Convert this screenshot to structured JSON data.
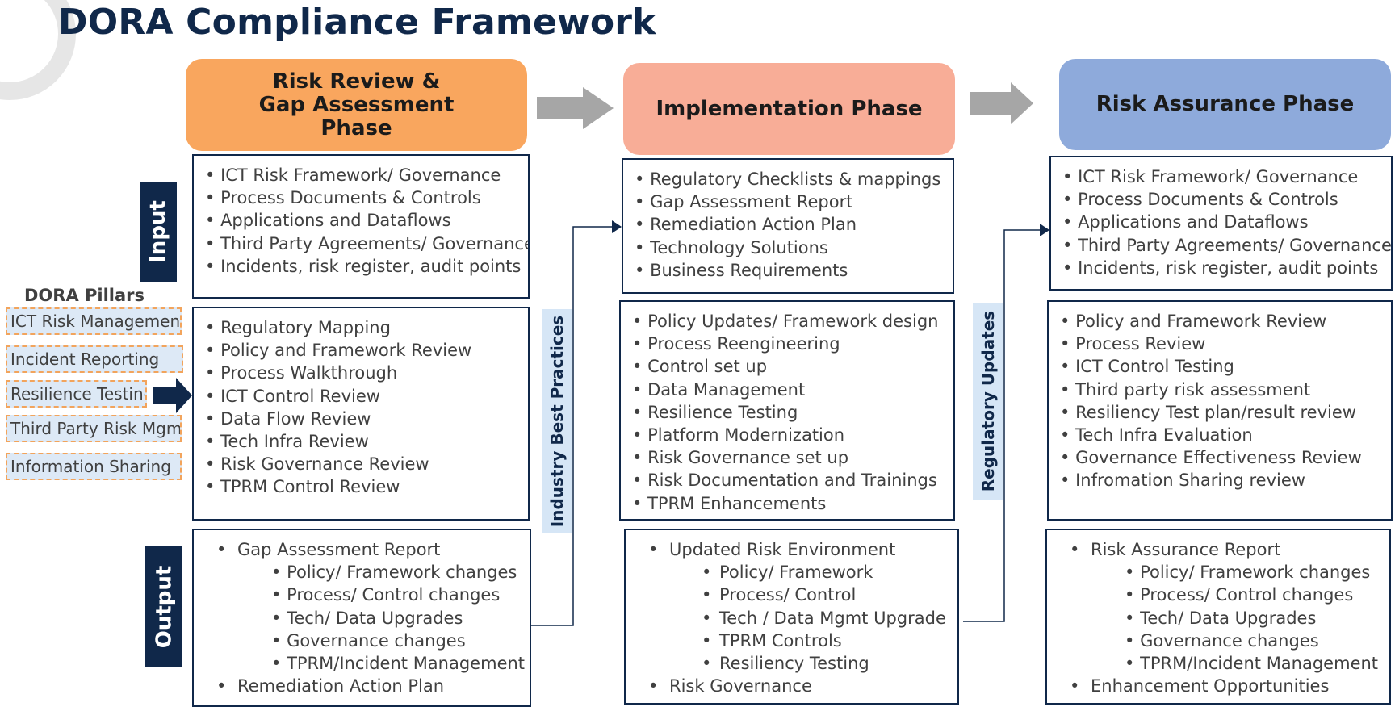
{
  "title": "DORA Compliance Framework",
  "phases": [
    {
      "header": "Risk Review & Gap Assessment Phase",
      "color": "#f9a65e",
      "input": [
        "ICT Risk Framework/ Governance",
        "Process Documents & Controls",
        "Applications and Dataflows",
        "Third Party Agreements/ Governance",
        "Incidents, risk register, audit points"
      ],
      "activities": [
        "Regulatory Mapping",
        "Policy and Framework Review",
        "Process Walkthrough",
        "ICT Control Review",
        "Data Flow Review",
        "Tech Infra Review",
        "Risk Governance Review",
        "TPRM Control Review"
      ],
      "output": {
        "main": "Gap Assessment Report",
        "subs": [
          "Policy/ Framework changes",
          "Process/ Control  changes",
          "Tech/ Data Upgrades",
          "Governance changes",
          "TPRM/Incident Management"
        ],
        "last": "Remediation Action Plan"
      }
    },
    {
      "header": "Implementation Phase",
      "color": "#f8ad97",
      "input": [
        "Regulatory Checklists & mappings",
        "Gap Assessment Report",
        "Remediation Action Plan",
        "Technology Solutions",
        "Business Requirements"
      ],
      "activities": [
        "Policy Updates/ Framework design",
        "Process Reengineering",
        "Control set up",
        "Data Management",
        "Resilience Testing",
        "Platform Modernization",
        "Risk Governance set up",
        "Risk Documentation and Trainings",
        "TPRM Enhancements"
      ],
      "output": {
        "main": "Updated Risk Environment",
        "subs": [
          "Policy/ Framework",
          "Process/ Control",
          "Tech / Data Mgmt Upgrade",
          "TPRM Controls",
          "Resiliency Testing"
        ],
        "last": "Risk Governance"
      }
    },
    {
      "header": "Risk Assurance Phase",
      "color": "#8eaadb",
      "input": [
        "ICT Risk Framework/ Governance",
        "Process Documents & Controls",
        "Applications and Dataflows",
        "Third Party Agreements/ Governance",
        "Incidents, risk register, audit points"
      ],
      "activities": [
        "Policy  and Framework Review",
        "Process Review",
        "ICT Control Testing",
        "Third party risk assessment",
        "Resiliency Test plan/result review",
        "Tech Infra Evaluation",
        "Governance Effectiveness Review",
        "Infromation Sharing review"
      ],
      "output": {
        "main": "Risk Assurance Report",
        "subs": [
          "Policy/ Framework changes",
          "Process/ Control changes",
          "Tech/ Data Upgrades",
          "Governance changes",
          "TPRM/Incident Management"
        ],
        "last": "Enhancement Opportunities"
      }
    }
  ],
  "labels": {
    "input": "Input",
    "output": "Output",
    "industry": "Industry Best Practices",
    "regulatory": "Regulatory Updates"
  },
  "pillars": {
    "title": "DORA Pillars",
    "items": [
      "ICT Risk Management",
      "Incident Reporting",
      "Resilience Testing",
      "Third Party Risk Mgmt",
      "Information Sharing"
    ]
  },
  "colors": {
    "navy": "#10284a",
    "arrow_gray": "#a6a6a6",
    "pillar_fill": "#dde9f6",
    "pillar_border": "#f2a45c"
  }
}
